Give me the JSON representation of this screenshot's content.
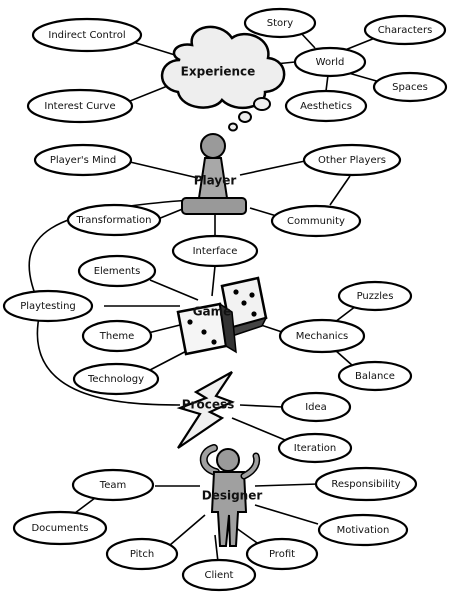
{
  "nodes": {
    "indirect_control": "Indirect Control",
    "interest_curve": "Interest Curve",
    "story": "Story",
    "characters": "Characters",
    "world": "World",
    "spaces": "Spaces",
    "aesthetics": "Aesthetics",
    "players_mind": "Player's Mind",
    "other_players": "Other Players",
    "transformation": "Transformation",
    "community": "Community",
    "interface": "Interface",
    "elements": "Elements",
    "playtesting": "Playtesting",
    "puzzles": "Puzzles",
    "theme": "Theme",
    "mechanics": "Mechanics",
    "technology": "Technology",
    "balance": "Balance",
    "idea": "Idea",
    "iteration": "Iteration",
    "team": "Team",
    "responsibility": "Responsibility",
    "documents": "Documents",
    "motivation": "Motivation",
    "pitch": "Pitch",
    "profit": "Profit",
    "client": "Client"
  },
  "central": {
    "experience": "Experience",
    "player": "Player",
    "game": "Game",
    "process": "Process",
    "designer": "Designer"
  }
}
